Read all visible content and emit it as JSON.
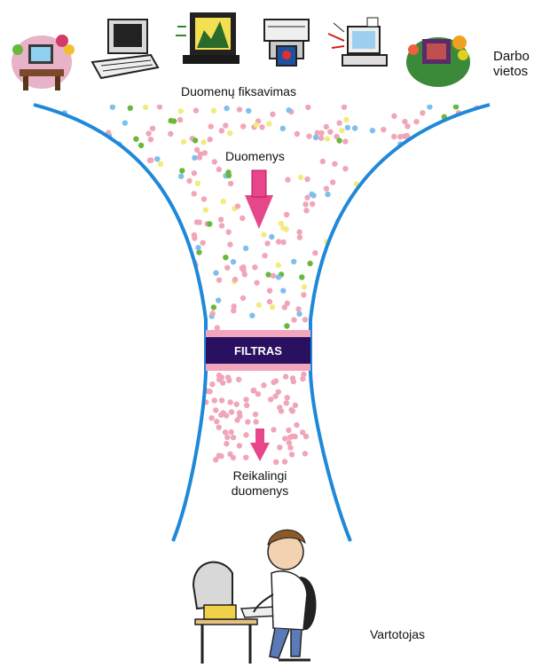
{
  "labels": {
    "workstations": "Darbo\nvietos",
    "capture": "Duomenų fiksavimas",
    "data": "Duomenys",
    "filter": "FILTRAS",
    "needed_data": "Reikalingi\nduomenys",
    "user": "Vartotojas"
  },
  "icons": [
    "workstation-flowers-icon",
    "computer-keyboard-icon",
    "monitor-chart-icon",
    "printer-icon",
    "computer-network-icon",
    "workstation-plants-icon"
  ],
  "colors": {
    "funnel_line": "#1e88d9",
    "filter_band": "#2a1060",
    "filter_border": "#e88ea8",
    "arrow": "#e8468a",
    "dot_pink": "#f0a6b8",
    "dot_green": "#6ab83a",
    "dot_blue": "#7ec0ec",
    "dot_yellow": "#f2ec80"
  }
}
